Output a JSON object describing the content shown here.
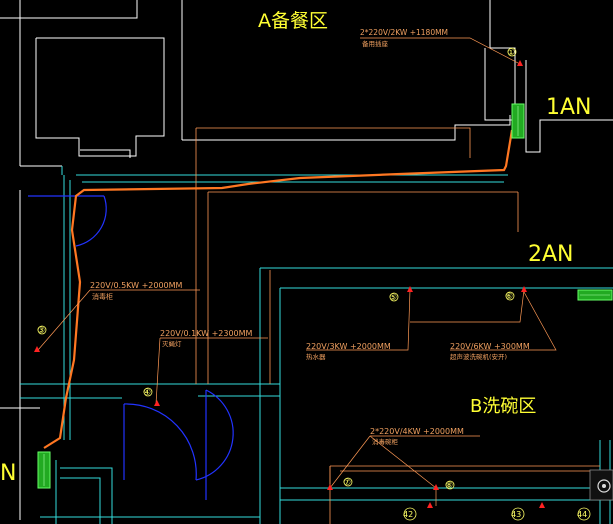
{
  "zones": {
    "a": "A备餐区",
    "b": "B洗碗区",
    "panel_1an": "1AN",
    "panel_2an": "2AN",
    "edge_left": "N"
  },
  "annotations": {
    "a1_spec": "2*220V/2KW  +1180MM",
    "a1_name": "备用插座",
    "disinfect_spec": "220V/0.5KW  +2000MM",
    "disinfect_name": "消毒柜",
    "fly_spec": "220V/0.1KW  +2300MM",
    "fly_name": "灭蝇灯",
    "b5_spec": "220V/3KW  +2000MM",
    "b5_name": "热水器",
    "b6_spec": "220V/6KW  +300MM",
    "b6_name": "超声波洗碗机(安开)",
    "b7_spec": "2*220V/4KW  +2000MM",
    "b7_name": "消毒碗柜"
  },
  "markers": {
    "m1": "①",
    "m3": "③",
    "m4": "④",
    "m5": "⑤",
    "m6": "⑥",
    "m7": "⑦",
    "m8": "⑧",
    "m42": "42",
    "m43": "43",
    "m44": "44"
  },
  "colors": {
    "wall": "#ffffff",
    "inner": "#33dddd",
    "wire": "#ff7722",
    "leader": "#ff9955",
    "text": "#ffff33",
    "socket": "#ff2222",
    "door": "#2233ff",
    "panel": "#22dd22"
  }
}
